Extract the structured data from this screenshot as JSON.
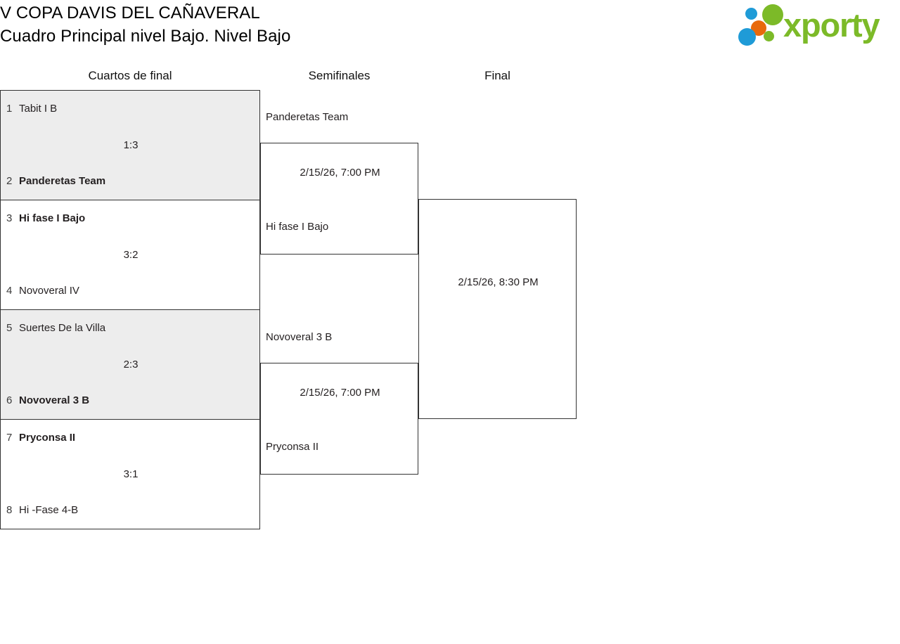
{
  "header": {
    "title_line1": "V COPA DAVIS DEL CAÑAVERAL",
    "title_line2": "Cuadro Principal nivel Bajo. Nivel Bajo",
    "logo_text": "xporty",
    "brand_green": "#7cba28",
    "brand_blue": "#1f9bd7",
    "brand_orange": "#e8690b"
  },
  "rounds": {
    "quarterfinals_label": "Cuartos de final",
    "semifinals_label": "Semifinales",
    "final_label": "Final"
  },
  "quarterfinals": [
    {
      "shaded": true,
      "top": {
        "seed": "1",
        "team": "Tabit I B",
        "winner": false
      },
      "bottom": {
        "seed": "2",
        "team": "Panderetas Team",
        "winner": true
      },
      "score": "1:3"
    },
    {
      "shaded": false,
      "top": {
        "seed": "3",
        "team": "Hi fase I Bajo",
        "winner": true
      },
      "bottom": {
        "seed": "4",
        "team": "Novoveral IV",
        "winner": false
      },
      "score": "3:2"
    },
    {
      "shaded": true,
      "top": {
        "seed": "5",
        "team": "Suertes De la Villa",
        "winner": false
      },
      "bottom": {
        "seed": "6",
        "team": "Novoveral 3 B",
        "winner": true
      },
      "score": "2:3"
    },
    {
      "shaded": false,
      "top": {
        "seed": "7",
        "team": "Pryconsa II",
        "winner": true
      },
      "bottom": {
        "seed": "8",
        "team": "Hi -Fase 4-B",
        "winner": false
      },
      "score": "3:1"
    }
  ],
  "semifinals": [
    {
      "top_team": "Panderetas Team",
      "bottom_team": "Hi fase I Bajo",
      "date": "2/15/26, 7:00 PM"
    },
    {
      "top_team": "Novoveral 3 B",
      "bottom_team": "Pryconsa II",
      "date": "2/15/26, 7:00 PM"
    }
  ],
  "final": {
    "top_team": "",
    "bottom_team": "",
    "date": "2/15/26, 8:30 PM"
  }
}
